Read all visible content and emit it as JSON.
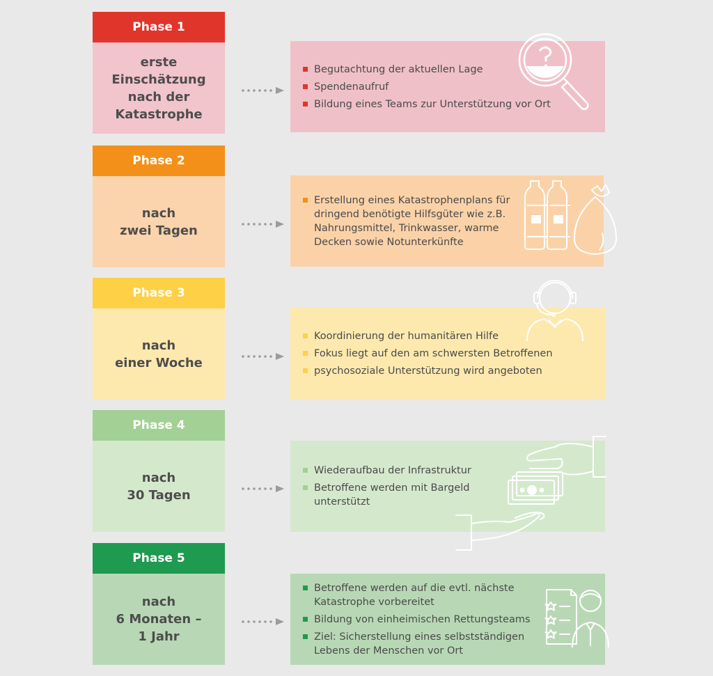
{
  "phases": [
    {
      "title": "Phase 1",
      "label_lines": [
        "erste",
        "Einschätzung",
        "nach der",
        "Katastrophe"
      ],
      "items": [
        "Begutachtung der aktuellen Lage",
        "Spendenaufruf",
        "Bildung eines Teams zur Unterstützung vor Ort"
      ],
      "icon": "magnifier-icon",
      "colors": {
        "header": "#e0352b",
        "label": "#f2c4cb",
        "box": "#f0c0c8",
        "bullet": "#e0352b"
      }
    },
    {
      "title": "Phase 2",
      "label_lines": [
        "nach",
        "zwei Tagen"
      ],
      "items": [
        "Erstellung eines Katastrophenplans für dringend benötigte Hilfsgüter wie z.B. Nahrungsmittel, Trinkwasser, warme Decken sowie Notunterkünfte"
      ],
      "icon": "water-bottles-and-sack-icon",
      "colors": {
        "header": "#f39019",
        "label": "#fbd3ac",
        "box": "#fbd2a8",
        "bullet": "#f39019"
      }
    },
    {
      "title": "Phase 3",
      "label_lines": [
        "nach",
        "einer Woche"
      ],
      "items": [
        "Koordinierung der humanitären Hilfe",
        "Fokus liegt auf den am schwersten Betroffenen",
        "psychosoziale Unterstützung wird angeboten"
      ],
      "icon": "headset-operator-icon",
      "colors": {
        "header": "#fdd046",
        "label": "#fde9ae",
        "box": "#fde9ae",
        "bullet": "#fdd046"
      }
    },
    {
      "title": "Phase 4",
      "label_lines": [
        "nach",
        "30 Tagen"
      ],
      "items": [
        "Wiederaufbau der Infrastruktur",
        "Betroffene werden mit Bargeld unterstützt"
      ],
      "icon": "cash-handover-icon",
      "colors": {
        "header": "#a3d094",
        "label": "#d4e9cc",
        "box": "#d4e9cc",
        "bullet": "#a3d094"
      }
    },
    {
      "title": "Phase 5",
      "label_lines": [
        "nach",
        "6 Monaten –",
        "1 Jahr"
      ],
      "items": [
        "Betroffene werden auf die evtl. nächste Katastrophe vorbereitet",
        "Bildung von einheimischen Rettungsteams",
        "Ziel: Sicherstellung eines selbstständigen Lebens der Menschen vor Ort"
      ],
      "icon": "person-checklist-icon",
      "colors": {
        "header": "#1f9a51",
        "label": "#b8d8b5",
        "box": "#b8d8b5",
        "bullet": "#1f9a51"
      }
    }
  ]
}
